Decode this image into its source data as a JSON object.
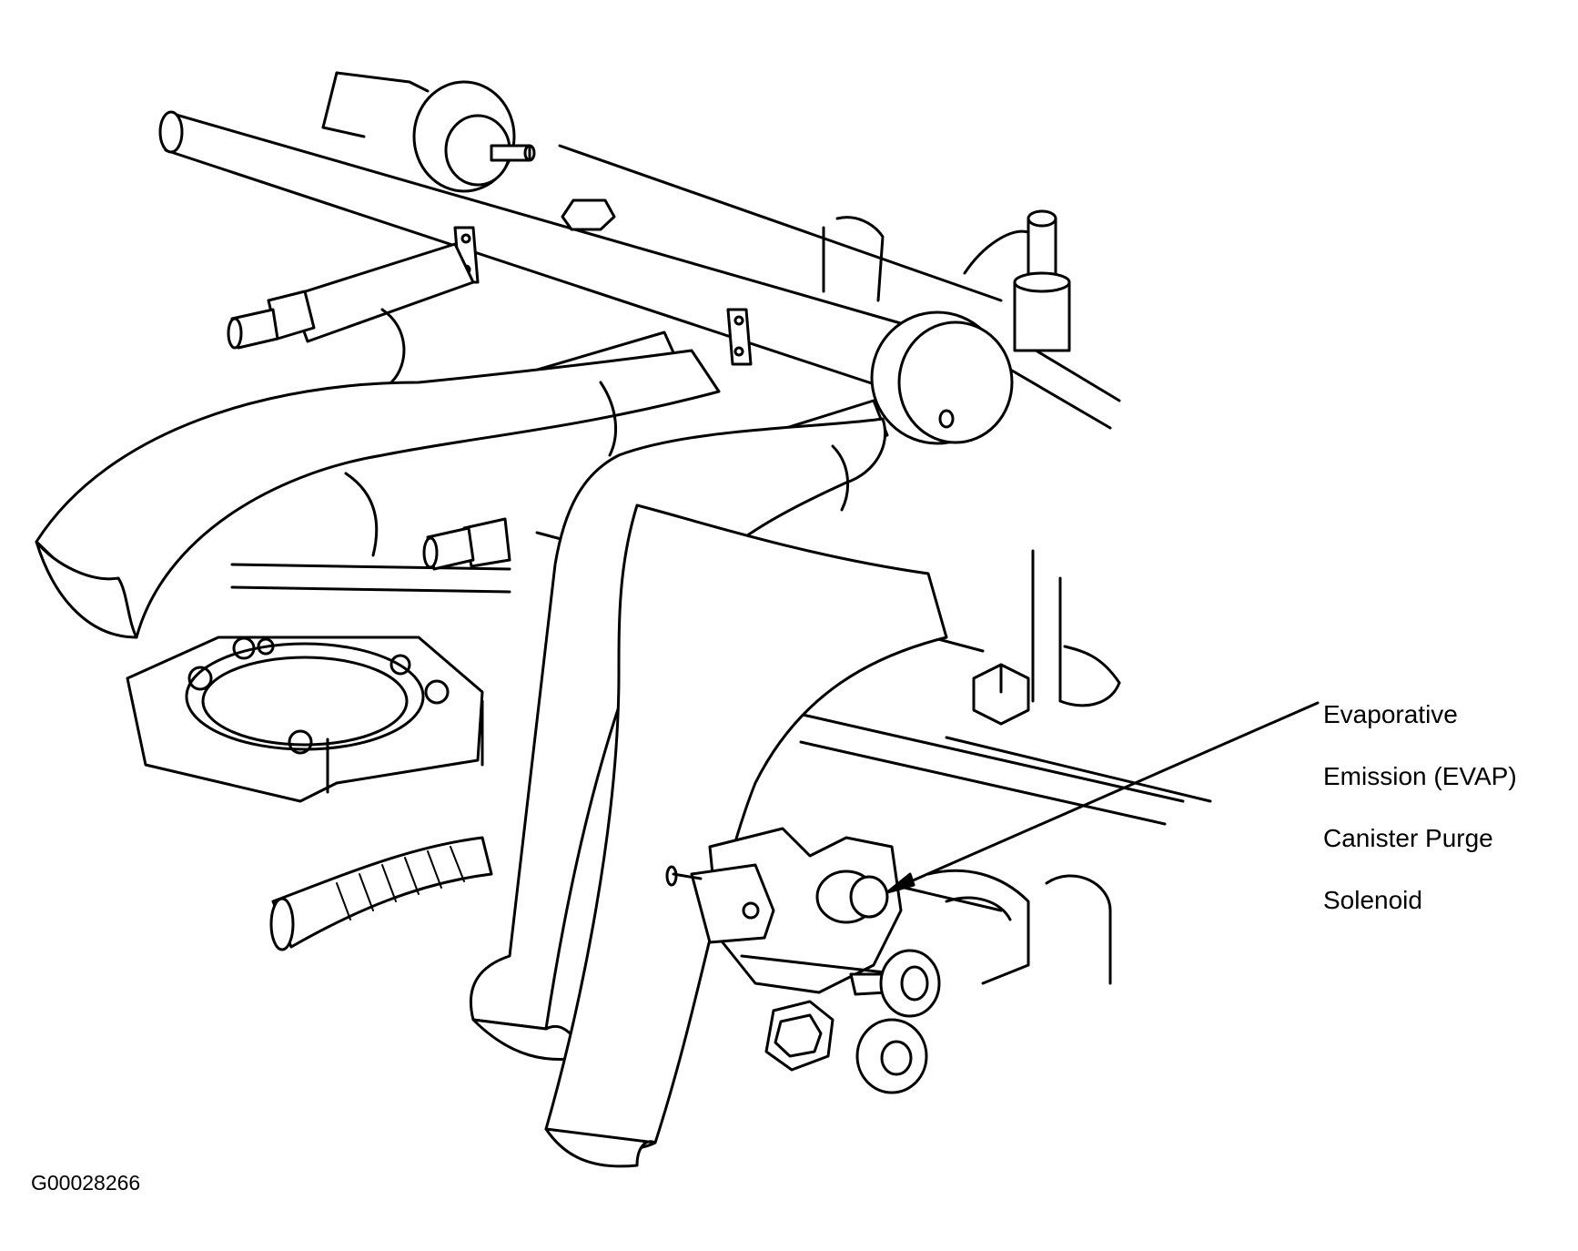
{
  "callout": {
    "lines": [
      "Evaporative",
      "Emission (EVAP)",
      "Canister Purge",
      "Solenoid"
    ]
  },
  "figure_id": "G00028266",
  "colors": {
    "line": "#000000",
    "background": "#ffffff"
  }
}
